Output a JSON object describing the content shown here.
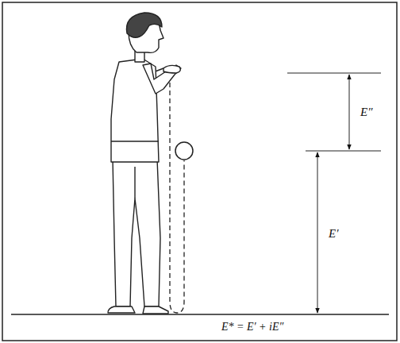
{
  "diagram": {
    "caption": "E* = E′ + iE″",
    "labels": [
      "E″",
      "E′"
    ]
  }
}
